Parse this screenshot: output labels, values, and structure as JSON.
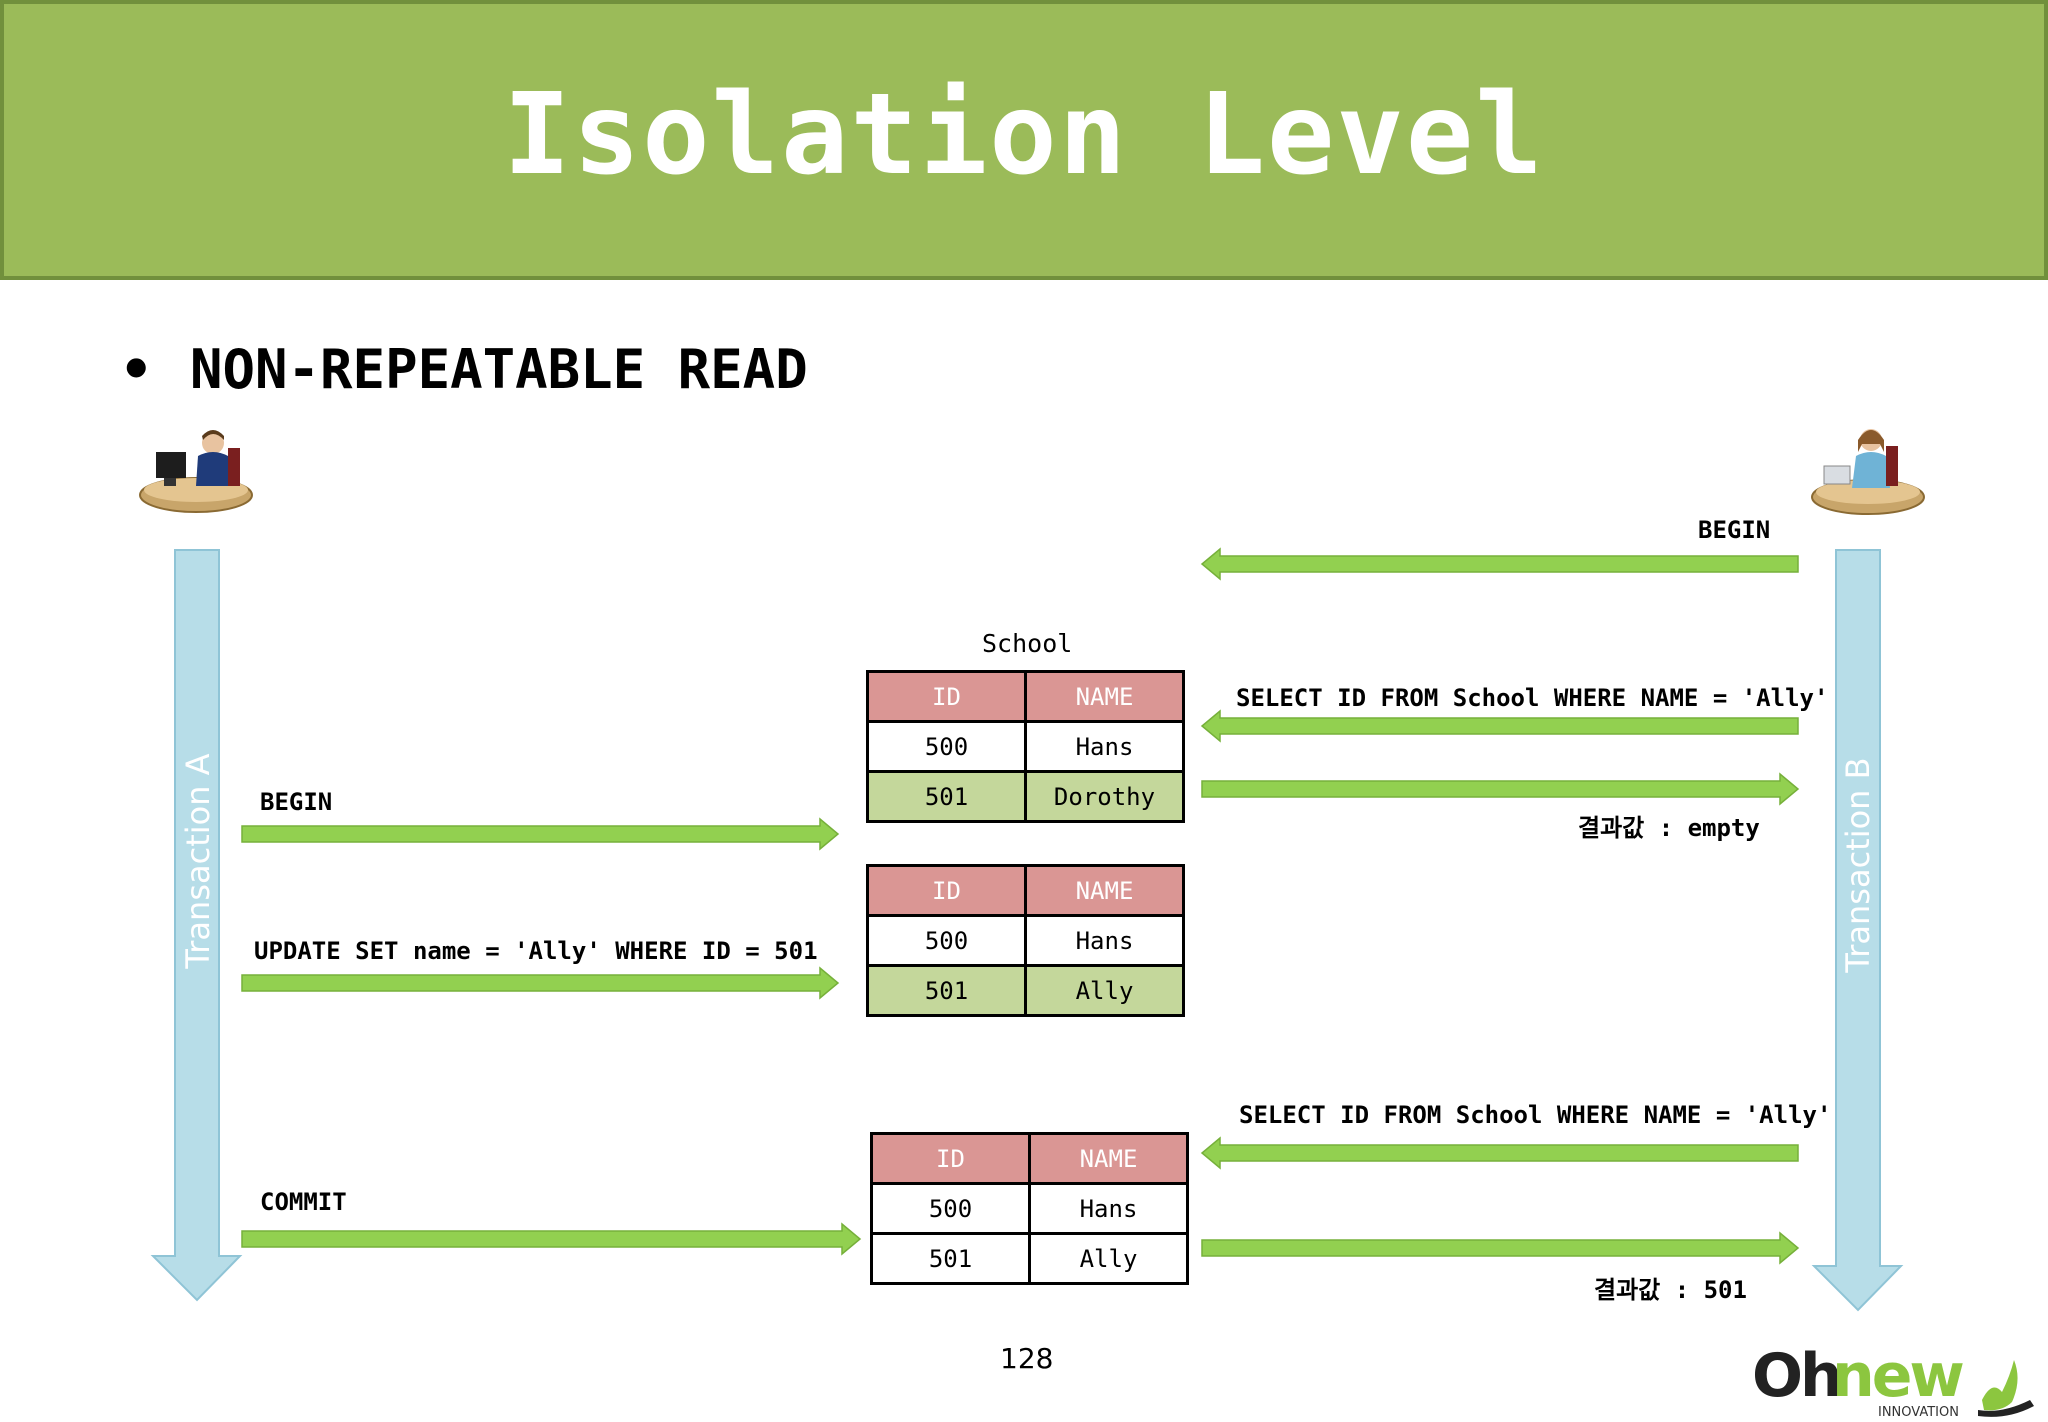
{
  "slide": {
    "title": "Isolation Level",
    "bullet": "NON-REPEATABLE READ",
    "page_number": "128"
  },
  "transactions": {
    "a_label": "Transaction A",
    "b_label": "Transaction B"
  },
  "steps": {
    "b_begin": "BEGIN",
    "b_select_1": "SELECT ID FROM School WHERE NAME = 'Ally'",
    "b_result_1": "결과값 : empty",
    "a_begin": "BEGIN",
    "a_update": "UPDATE SET name = 'Ally' WHERE ID = 501",
    "b_select_2": "SELECT ID FROM School WHERE NAME = 'Ally'",
    "a_commit": "COMMIT",
    "b_result_2": "결과값 : 501"
  },
  "table_caption": "School",
  "tables": [
    {
      "headers": [
        "ID",
        "NAME"
      ],
      "rows": [
        [
          "500",
          "Hans"
        ],
        [
          "501",
          "Dorothy"
        ]
      ]
    },
    {
      "headers": [
        "ID",
        "NAME"
      ],
      "rows": [
        [
          "500",
          "Hans"
        ],
        [
          "501",
          "Ally"
        ]
      ]
    },
    {
      "headers": [
        "ID",
        "NAME"
      ],
      "rows": [
        [
          "500",
          "Hans"
        ],
        [
          "501",
          "Ally"
        ]
      ]
    }
  ],
  "logo": {
    "text": "Ohnew",
    "subtext": "INNOVATION"
  },
  "colors": {
    "title_bg": "#9bbb59",
    "arrow_green": "#92d050",
    "timeline_blue": "#b7dde8",
    "table_header": "#da9694",
    "table_highlight": "#c4d79b"
  }
}
